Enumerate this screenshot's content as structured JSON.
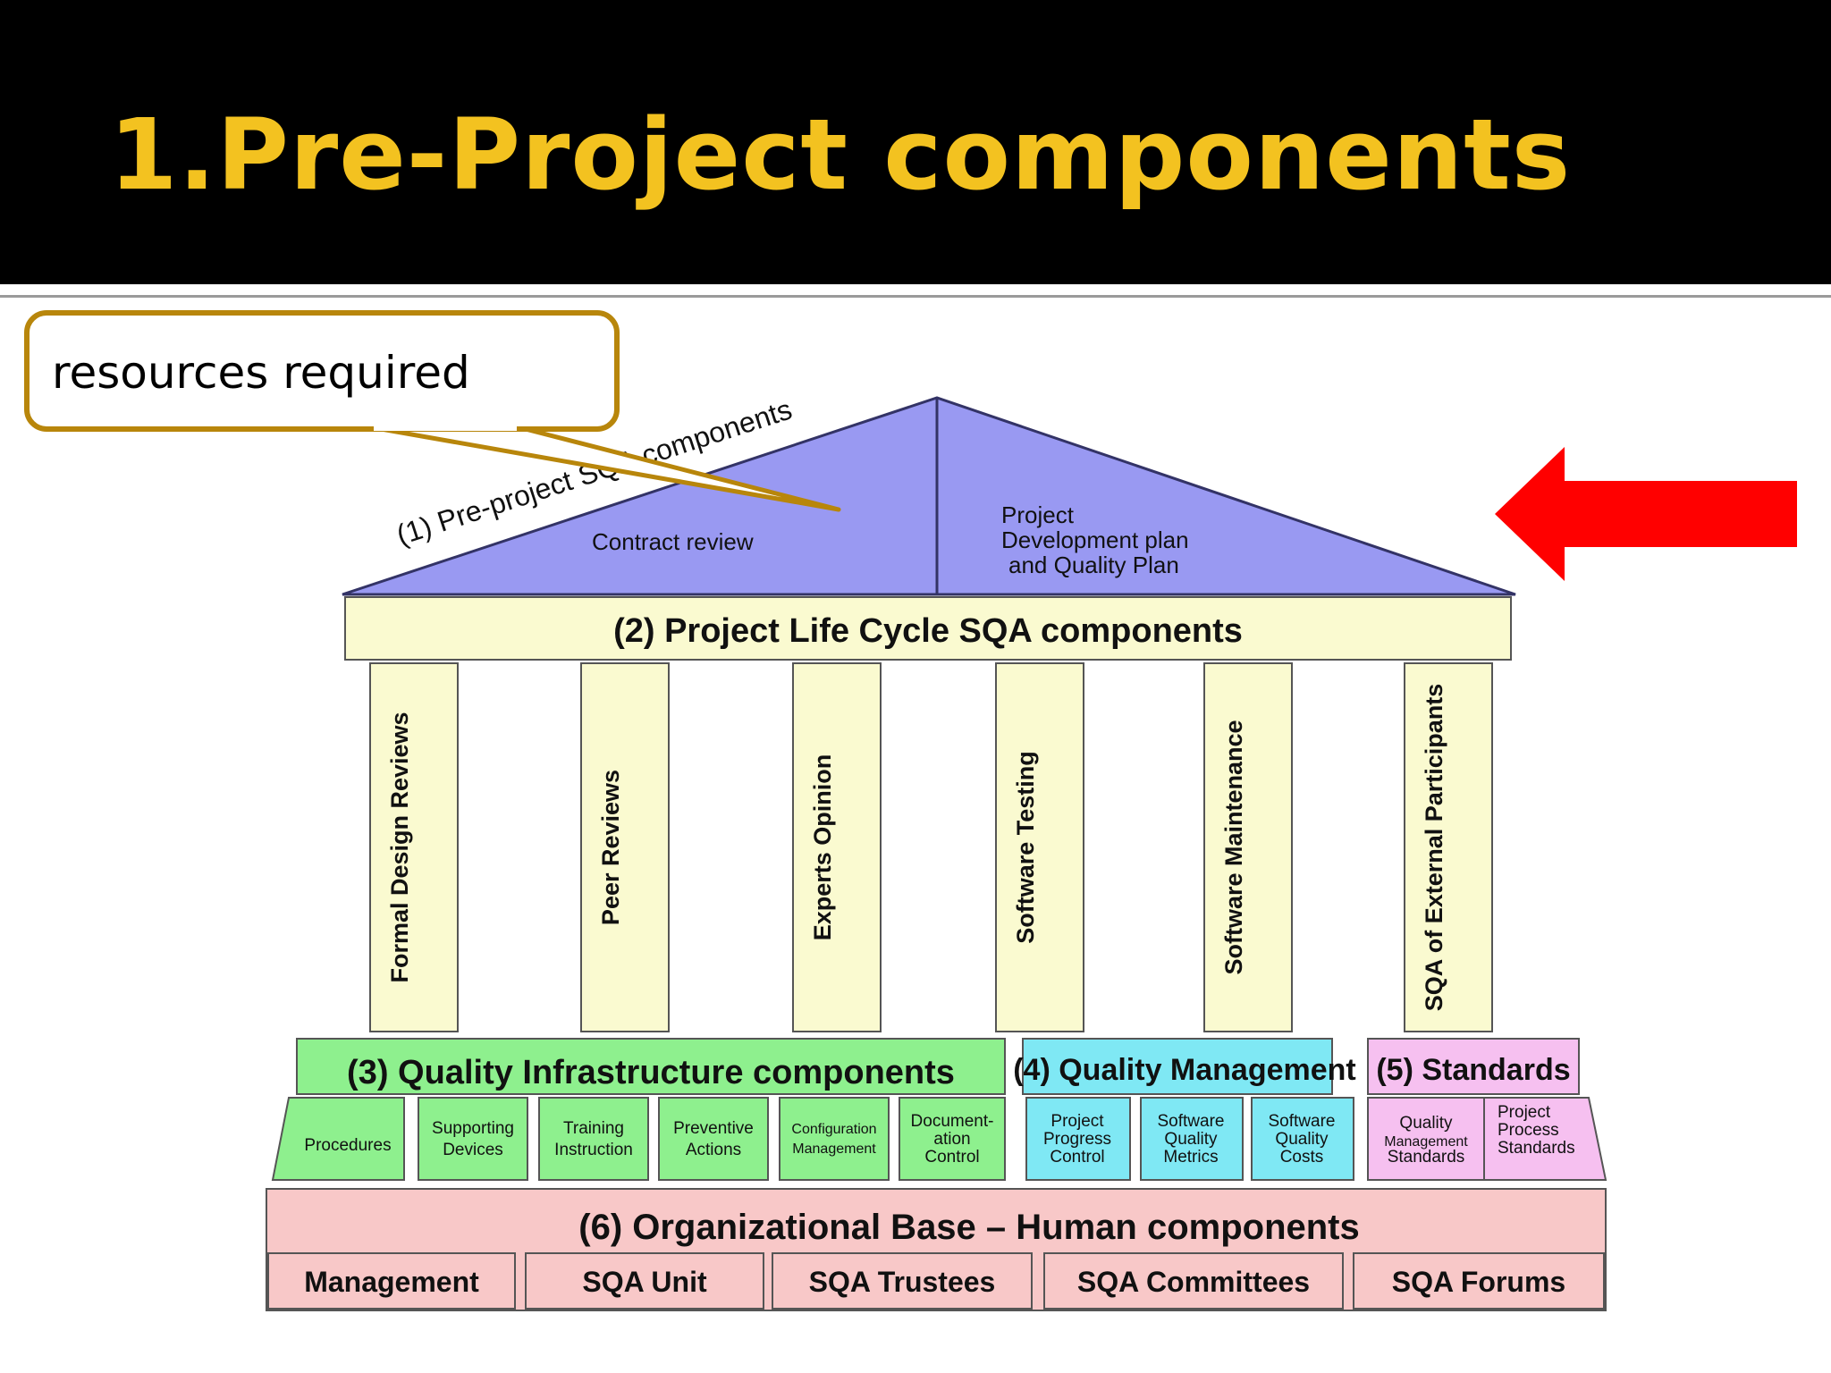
{
  "slide": {
    "title": "1.Pre-Project components"
  },
  "callout": {
    "text": "resources required"
  },
  "diagram": {
    "roof": {
      "label": "(1) Pre-project SQA components",
      "left": "Contract review",
      "right_lines": [
        "Project",
        "Development plan",
        "and Quality Plan"
      ]
    },
    "lifecycle": {
      "label": "(2) Project Life Cycle SQA components"
    },
    "pillars": [
      "Formal Design Reviews",
      "Peer Reviews",
      "Experts Opinion",
      "Software Testing",
      "Software Maintenance",
      "SQA of External Participants"
    ],
    "infrastructure": {
      "label": "(3) Quality Infrastructure components",
      "items": [
        [
          "Procedures"
        ],
        [
          "Supporting",
          "Devices"
        ],
        [
          "Training",
          "Instruction"
        ],
        [
          "Preventive",
          "Actions"
        ],
        [
          "Configuration",
          "Management"
        ],
        [
          "Document-",
          "ation",
          "Control"
        ]
      ]
    },
    "quality_management": {
      "label": "(4) Quality Management",
      "items": [
        [
          "Project",
          "Progress",
          "Control"
        ],
        [
          "Software",
          "Quality",
          "Metrics"
        ],
        [
          "Software",
          "Quality",
          "Costs"
        ]
      ]
    },
    "standards": {
      "label": "(5) Standards",
      "items": [
        [
          "Quality",
          "Management",
          "Standards"
        ],
        [
          "Project",
          "Process",
          "Standards"
        ]
      ]
    },
    "organizational_base": {
      "label": "(6) Organizational Base – Human components",
      "items": [
        "Management",
        "SQA Unit",
        "SQA Trustees",
        "SQA Committees",
        "SQA Forums"
      ]
    },
    "colors": {
      "roof": "#9999f2",
      "lifecycle": "#fafad0",
      "infrastructure": "#8ef08e",
      "quality_management": "#7fe8f4",
      "standards": "#f6c0f0",
      "organizational_base": "#f8c8c8",
      "arrow": "#ff0000",
      "title": "#f3c220",
      "callout_border": "#b8860b"
    },
    "arrow_icon": "left-arrow-icon"
  }
}
